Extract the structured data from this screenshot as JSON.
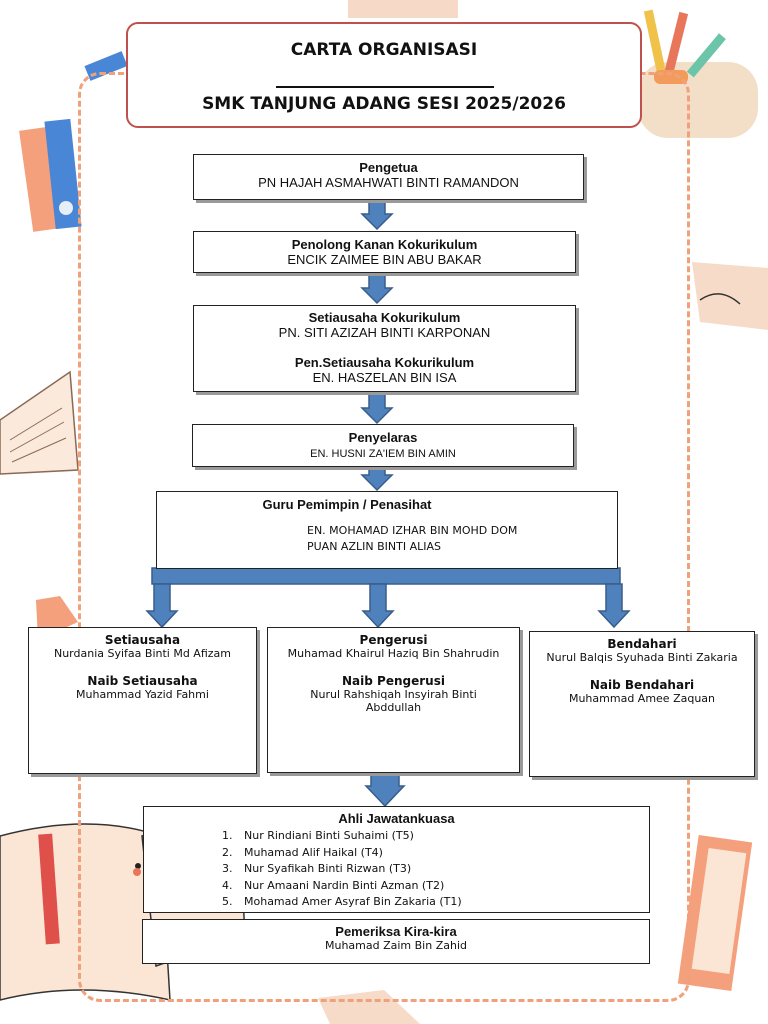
{
  "title": {
    "line1": "CARTA ORGANISASI",
    "line2": "SMK TANJUNG ADANG SESI 2025/2026"
  },
  "chart": {
    "pengetua": {
      "role": "Pengetua",
      "name": "PN HAJAH ASMAHWATI BINTI RAMANDON"
    },
    "penolong_kanan": {
      "role": "Penolong Kanan Kokurikulum",
      "name": "ENCIK ZAIMEE BIN ABU BAKAR"
    },
    "setiausaha_koko": {
      "role": "Setiausaha Kokurikulum",
      "name": "PN. SITI AZIZAH BINTI KARPONAN"
    },
    "pen_setiausaha_koko": {
      "role": "Pen.Setiausaha Kokurikulum",
      "name": "EN. HASZELAN BIN ISA"
    },
    "penyelaras": {
      "role": "Penyelaras",
      "name": "EN. HUSNI ZA'IEM BIN AMIN"
    },
    "guru_pemimpin": {
      "role": "Guru Pemimpin / Penasihat",
      "names": [
        "EN. MOHAMAD IZHAR BIN MOHD DOM",
        "PUAN AZLIN BINTI ALIAS"
      ]
    },
    "setiausaha": {
      "role": "Setiausaha",
      "name": "Nurdania Syifaa Binti Md Afizam"
    },
    "naib_setiausaha": {
      "role": "Naib Setiausaha",
      "name": "Muhammad Yazid Fahmi"
    },
    "pengerusi": {
      "role": "Pengerusi",
      "name": "Muhamad Khairul Haziq Bin Shahrudin"
    },
    "naib_pengerusi": {
      "role": "Naib Pengerusi",
      "name_line1": "Nurul Rahshiqah Insyirah Binti",
      "name_line2": "Abddullah"
    },
    "bendahari": {
      "role": "Bendahari",
      "name": "Nurul Balqis Syuhada Binti Zakaria"
    },
    "naib_bendahari": {
      "role": "Naib Bendahari",
      "name": "Muhammad Amee Zaquan"
    },
    "ahli": {
      "role": "Ahli Jawatankuasa",
      "members": [
        {
          "num": "1.",
          "name": "Nur Rindiani  Binti Suhaimi (T5)"
        },
        {
          "num": "2.",
          "name": "Muhamad Alif Haikal (T4)"
        },
        {
          "num": "3.",
          "name": "Nur Syafikah Binti Rizwan (T3)"
        },
        {
          "num": "4.",
          "name": "Nur Amaani Nardin Binti Azman (T2)"
        },
        {
          "num": "5.",
          "name": "Mohamad Amer Asyraf Bin Zakaria (T1)"
        }
      ]
    },
    "pemeriksa": {
      "role": "Pemeriksa Kira-kira",
      "name": "Muhamad Zaim Bin Zahid"
    }
  },
  "colors": {
    "arrow_fill": "#4f81bd",
    "arrow_stroke": "#385d8a",
    "title_border": "#c0504d",
    "frame_dash": "#f0a07a"
  },
  "decorations": [
    "books-icon",
    "pencil-case-icon",
    "open-book-icon",
    "envelope-icon"
  ]
}
